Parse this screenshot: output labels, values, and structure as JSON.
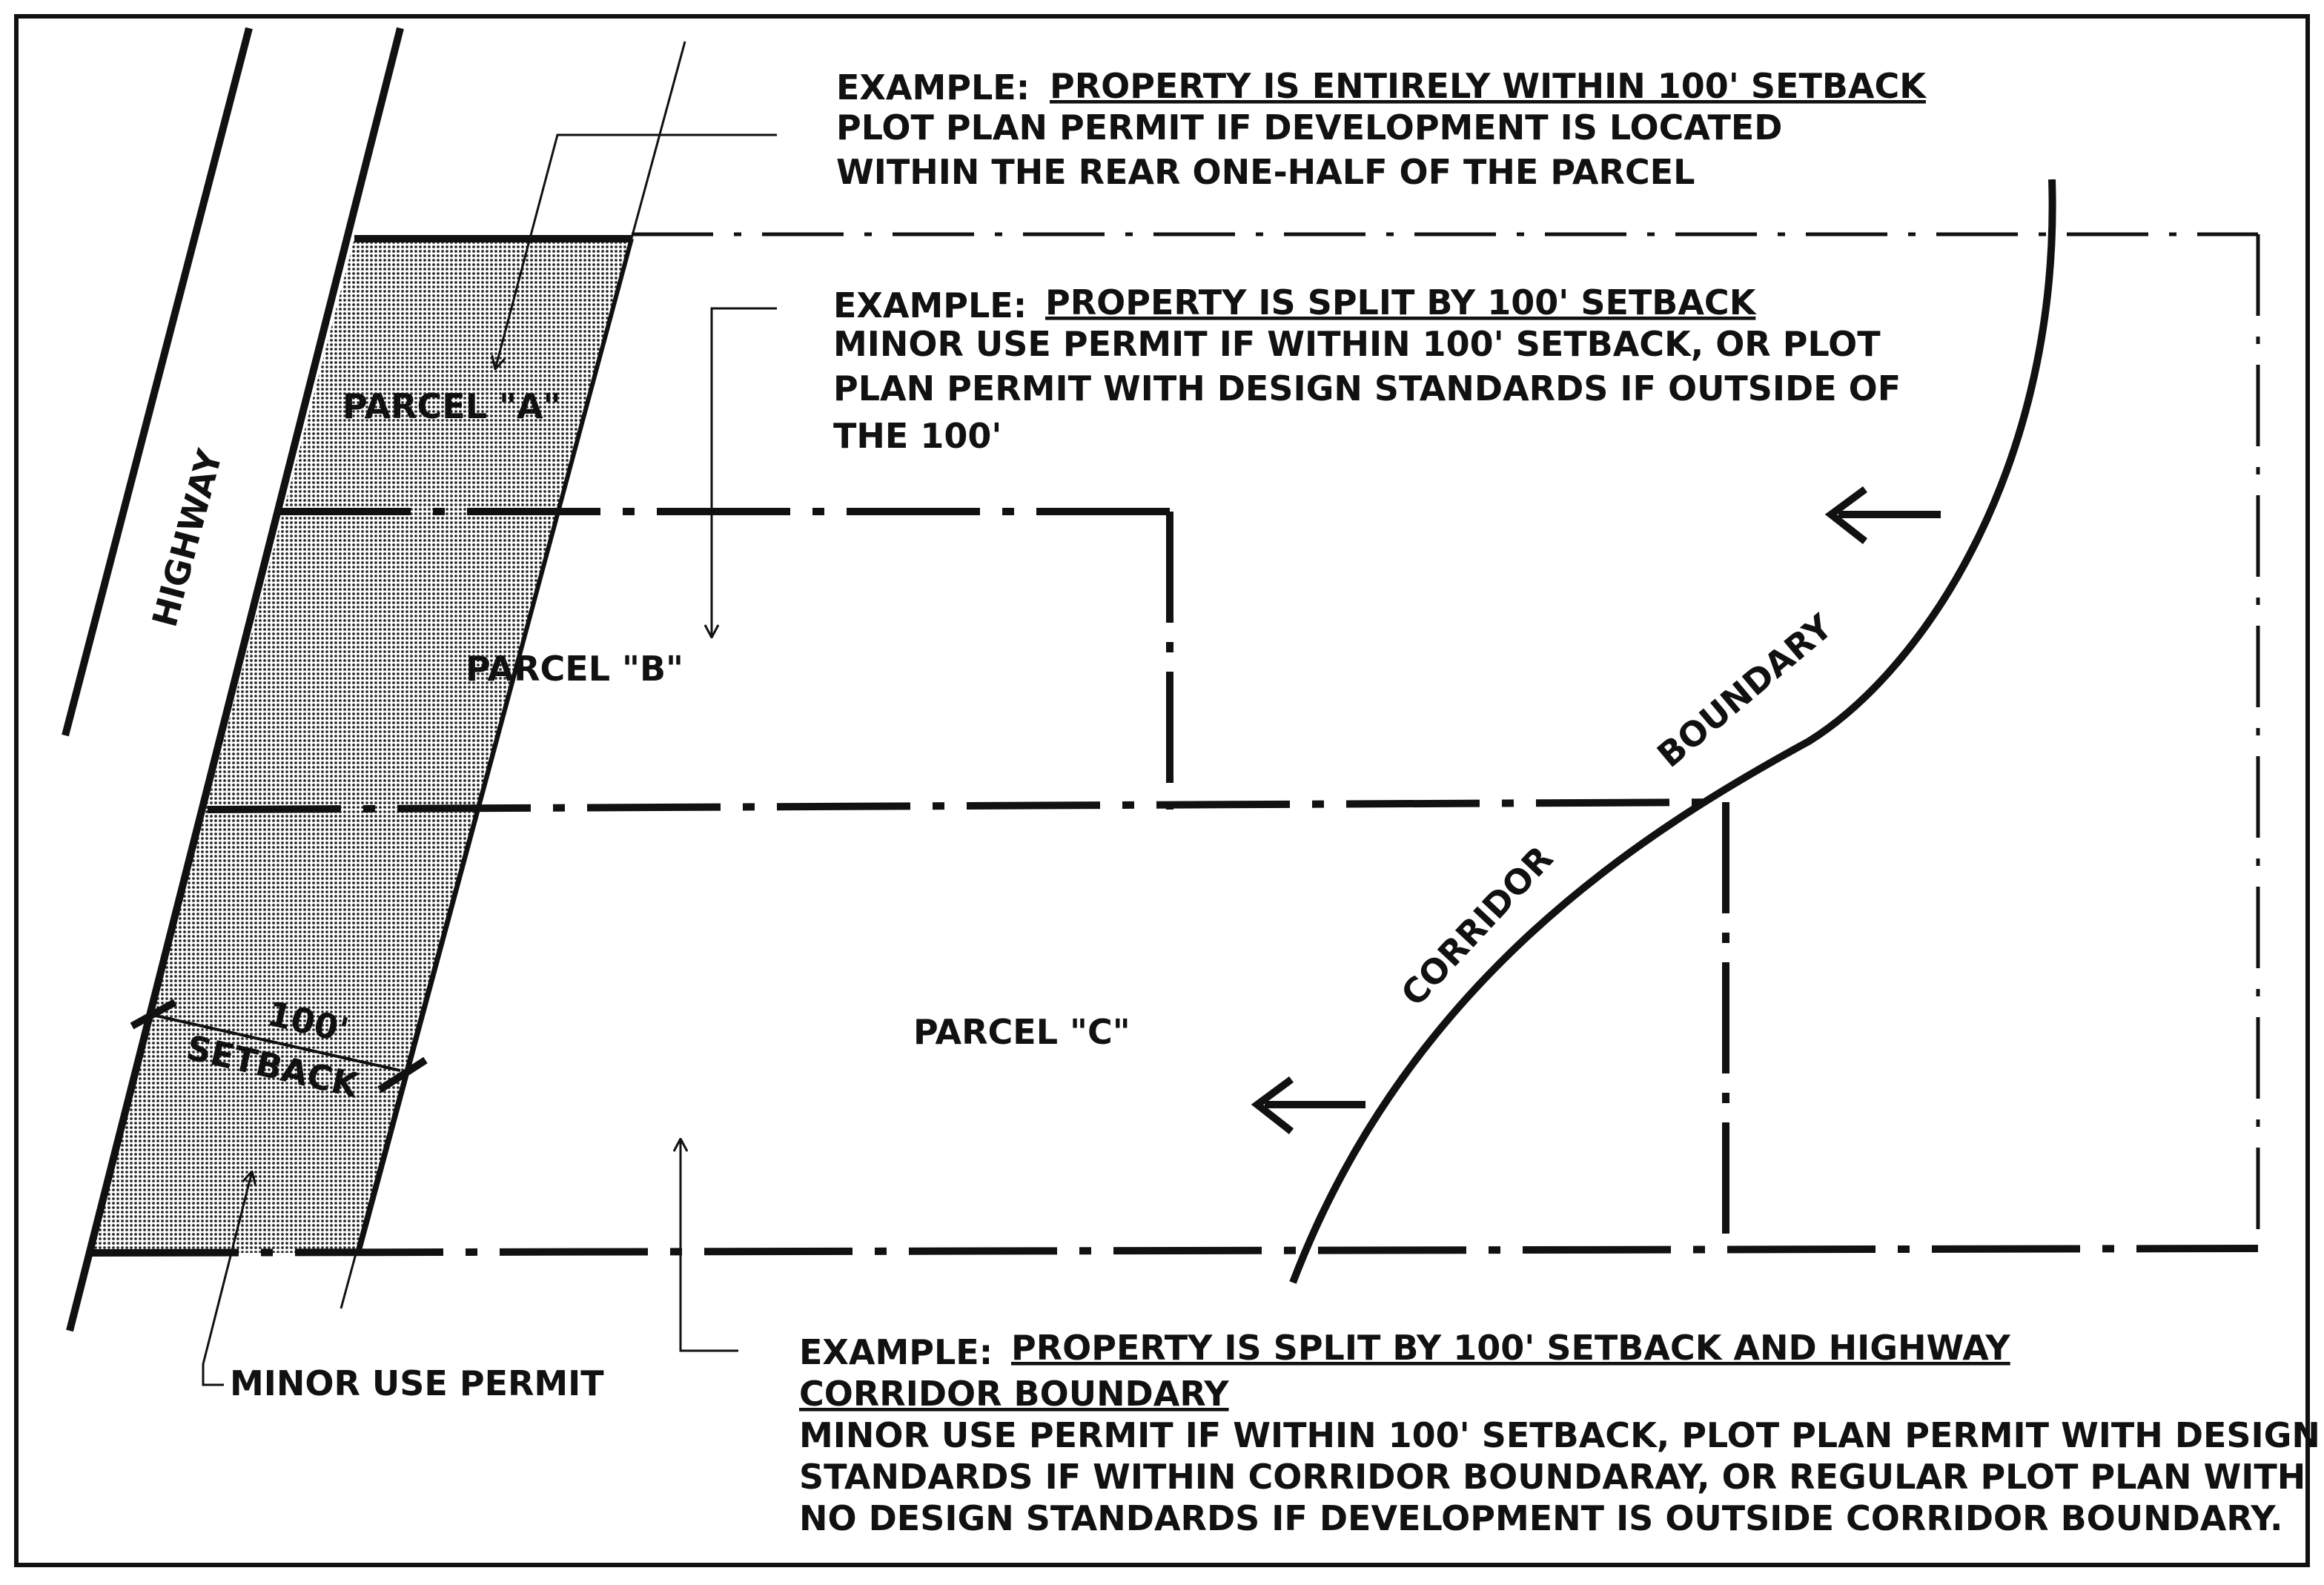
{
  "colors": {
    "ink": "#111111",
    "paper": "#ffffff",
    "setback_shade": "#b8b8b8"
  },
  "labels": {
    "highway": "HIGHWAY",
    "parcel_a": "PARCEL \"A\"",
    "parcel_b": "PARCEL \"B\"",
    "parcel_c": "PARCEL \"C\"",
    "setback_num": "100'",
    "setback_word": "SETBACK",
    "corridor": "CORRIDOR",
    "boundary": "BOUNDARY",
    "minor_use_permit": "MINOR USE PERMIT"
  },
  "examples": [
    {
      "lead": "EXAMPLE:",
      "title_lines": [
        "PROPERTY IS ENTIRELY WITHIN 100' SETBACK"
      ],
      "body_lines": [
        "PLOT PLAN PERMIT IF DEVELOPMENT IS LOCATED",
        "WITHIN THE REAR ONE-HALF OF THE PARCEL"
      ]
    },
    {
      "lead": "EXAMPLE:",
      "title_lines": [
        "PROPERTY IS SPLIT BY 100' SETBACK"
      ],
      "body_lines": [
        "MINOR USE PERMIT IF WITHIN 100' SETBACK, OR PLOT",
        "PLAN PERMIT WITH DESIGN STANDARDS IF OUTSIDE OF",
        "THE 100'"
      ]
    },
    {
      "lead": "EXAMPLE:",
      "title_lines": [
        "PROPERTY IS SPLIT BY 100' SETBACK AND HIGHWAY",
        "CORRIDOR BOUNDARY"
      ],
      "body_lines": [
        "MINOR USE PERMIT IF WITHIN 100' SETBACK, PLOT PLAN PERMIT WITH DESIGN",
        "STANDARDS IF WITHIN CORRIDOR BOUNDARAY, OR REGULAR PLOT PLAN WITH",
        "NO DESIGN STANDARDS IF DEVELOPMENT IS OUTSIDE CORRIDOR BOUNDARY."
      ]
    }
  ]
}
